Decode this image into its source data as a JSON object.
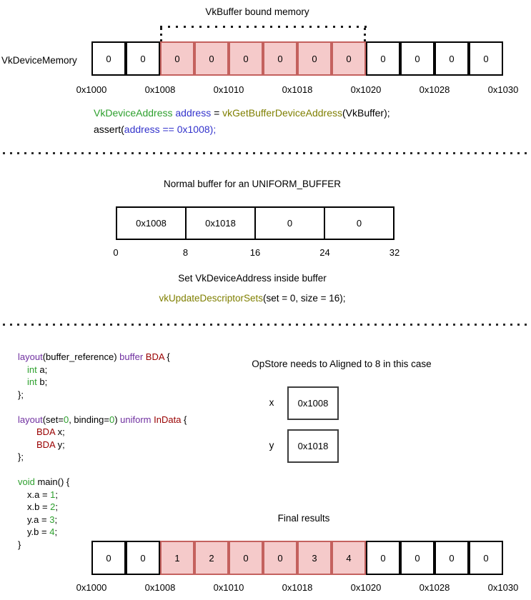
{
  "colors": {
    "highlight_fill": "#f5caca",
    "highlight_border": "#c4615e",
    "code_green": "#2ea02e",
    "code_blue": "#3333cc",
    "code_olive": "#7f7f00",
    "code_purple": "#7030a0",
    "code_darkred": "#990000"
  },
  "top_section": {
    "title": "VkBuffer bound memory",
    "row_label": "VkDeviceMemory",
    "cells": [
      {
        "value": "0",
        "highlight": false
      },
      {
        "value": "0",
        "highlight": false
      },
      {
        "value": "0",
        "highlight": true
      },
      {
        "value": "0",
        "highlight": true
      },
      {
        "value": "0",
        "highlight": true
      },
      {
        "value": "0",
        "highlight": true
      },
      {
        "value": "0",
        "highlight": true
      },
      {
        "value": "0",
        "highlight": true
      },
      {
        "value": "0",
        "highlight": false
      },
      {
        "value": "0",
        "highlight": false
      },
      {
        "value": "0",
        "highlight": false
      },
      {
        "value": "0",
        "highlight": false
      }
    ],
    "addresses": [
      "0x1000",
      "0x1008",
      "0x1010",
      "0x1018",
      "0x1020",
      "0x1028",
      "0x1030"
    ],
    "code_lines": [
      {
        "indent": 0,
        "tokens": [
          {
            "t": "VkDeviceAddress",
            "c": "green"
          },
          {
            "t": " ",
            "c": "black"
          },
          {
            "t": "address",
            "c": "blue"
          },
          {
            "t": " = ",
            "c": "black"
          },
          {
            "t": "vkGetBufferDeviceAddress",
            "c": "olive"
          },
          {
            "t": "(VkBuffer);",
            "c": "black"
          }
        ]
      },
      {
        "indent": 0,
        "tokens": [
          {
            "t": "assert(",
            "c": "black"
          },
          {
            "t": "address == 0x1008);",
            "c": "blue"
          }
        ]
      }
    ]
  },
  "uniform_section": {
    "title": "Normal buffer for an UNIFORM_BUFFER",
    "cells": [
      "0x1008",
      "0x1018",
      "0",
      "0"
    ],
    "offsets": [
      "0",
      "8",
      "16",
      "24",
      "32"
    ],
    "subtitle": "Set VkDeviceAddress inside buffer",
    "code_tokens": [
      {
        "t": "vkUpdateDescriptorSets",
        "c": "olive"
      },
      {
        "t": "(set = 0, size = 16);",
        "c": "black"
      }
    ]
  },
  "shader_section": {
    "code_lines": [
      {
        "indent": 0,
        "tokens": [
          {
            "t": "layout",
            "c": "purple"
          },
          {
            "t": "(buffer_reference) ",
            "c": "black"
          },
          {
            "t": "buffer",
            "c": "purple"
          },
          {
            "t": " ",
            "c": "black"
          },
          {
            "t": "BDA",
            "c": "darkred"
          },
          {
            "t": " {",
            "c": "black"
          }
        ]
      },
      {
        "indent": 1,
        "tokens": [
          {
            "t": "int",
            "c": "green"
          },
          {
            "t": " a;",
            "c": "black"
          }
        ]
      },
      {
        "indent": 1,
        "tokens": [
          {
            "t": "int",
            "c": "green"
          },
          {
            "t": " b;",
            "c": "black"
          }
        ]
      },
      {
        "indent": 0,
        "tokens": [
          {
            "t": "};",
            "c": "black"
          }
        ]
      },
      {
        "indent": 0,
        "tokens": []
      },
      {
        "indent": 0,
        "tokens": [
          {
            "t": "layout",
            "c": "purple"
          },
          {
            "t": "(set=",
            "c": "black"
          },
          {
            "t": "0",
            "c": "green"
          },
          {
            "t": ", binding=",
            "c": "black"
          },
          {
            "t": "0",
            "c": "green"
          },
          {
            "t": ") ",
            "c": "black"
          },
          {
            "t": "uniform",
            "c": "purple"
          },
          {
            "t": " ",
            "c": "black"
          },
          {
            "t": "InData",
            "c": "darkred"
          },
          {
            "t": " {",
            "c": "black"
          }
        ]
      },
      {
        "indent": 2,
        "tokens": [
          {
            "t": "BDA",
            "c": "darkred"
          },
          {
            "t": " x;",
            "c": "black"
          }
        ]
      },
      {
        "indent": 2,
        "tokens": [
          {
            "t": "BDA",
            "c": "darkred"
          },
          {
            "t": " y;",
            "c": "black"
          }
        ]
      },
      {
        "indent": 0,
        "tokens": [
          {
            "t": "};",
            "c": "black"
          }
        ]
      },
      {
        "indent": 0,
        "tokens": []
      },
      {
        "indent": 0,
        "tokens": [
          {
            "t": "void",
            "c": "green"
          },
          {
            "t": " main() {",
            "c": "black"
          }
        ]
      },
      {
        "indent": 1,
        "tokens": [
          {
            "t": "x.a = ",
            "c": "black"
          },
          {
            "t": "1",
            "c": "green"
          },
          {
            "t": ";",
            "c": "black"
          }
        ]
      },
      {
        "indent": 1,
        "tokens": [
          {
            "t": "x.b = ",
            "c": "black"
          },
          {
            "t": "2",
            "c": "green"
          },
          {
            "t": ";",
            "c": "black"
          }
        ]
      },
      {
        "indent": 1,
        "tokens": [
          {
            "t": "y.a = ",
            "c": "black"
          },
          {
            "t": "3",
            "c": "green"
          },
          {
            "t": ";",
            "c": "black"
          }
        ]
      },
      {
        "indent": 1,
        "tokens": [
          {
            "t": "y.b = ",
            "c": "black"
          },
          {
            "t": "4",
            "c": "green"
          },
          {
            "t": ";",
            "c": "black"
          }
        ]
      },
      {
        "indent": 0,
        "tokens": [
          {
            "t": "}",
            "c": "black"
          }
        ]
      }
    ],
    "opstore_title": "OpStore needs to Aligned to 8 in this case",
    "vars": [
      {
        "label": "x",
        "value": "0x1008"
      },
      {
        "label": "y",
        "value": "0x1018"
      }
    ]
  },
  "final_section": {
    "title": "Final results",
    "cells": [
      {
        "value": "0",
        "highlight": false
      },
      {
        "value": "0",
        "highlight": false
      },
      {
        "value": "1",
        "highlight": true
      },
      {
        "value": "2",
        "highlight": true
      },
      {
        "value": "0",
        "highlight": true
      },
      {
        "value": "0",
        "highlight": true
      },
      {
        "value": "3",
        "highlight": true
      },
      {
        "value": "4",
        "highlight": true
      },
      {
        "value": "0",
        "highlight": false
      },
      {
        "value": "0",
        "highlight": false
      },
      {
        "value": "0",
        "highlight": false
      },
      {
        "value": "0",
        "highlight": false
      }
    ],
    "addresses": [
      "0x1000",
      "0x1008",
      "0x1010",
      "0x1018",
      "0x1020",
      "0x1028",
      "0x1030"
    ]
  }
}
